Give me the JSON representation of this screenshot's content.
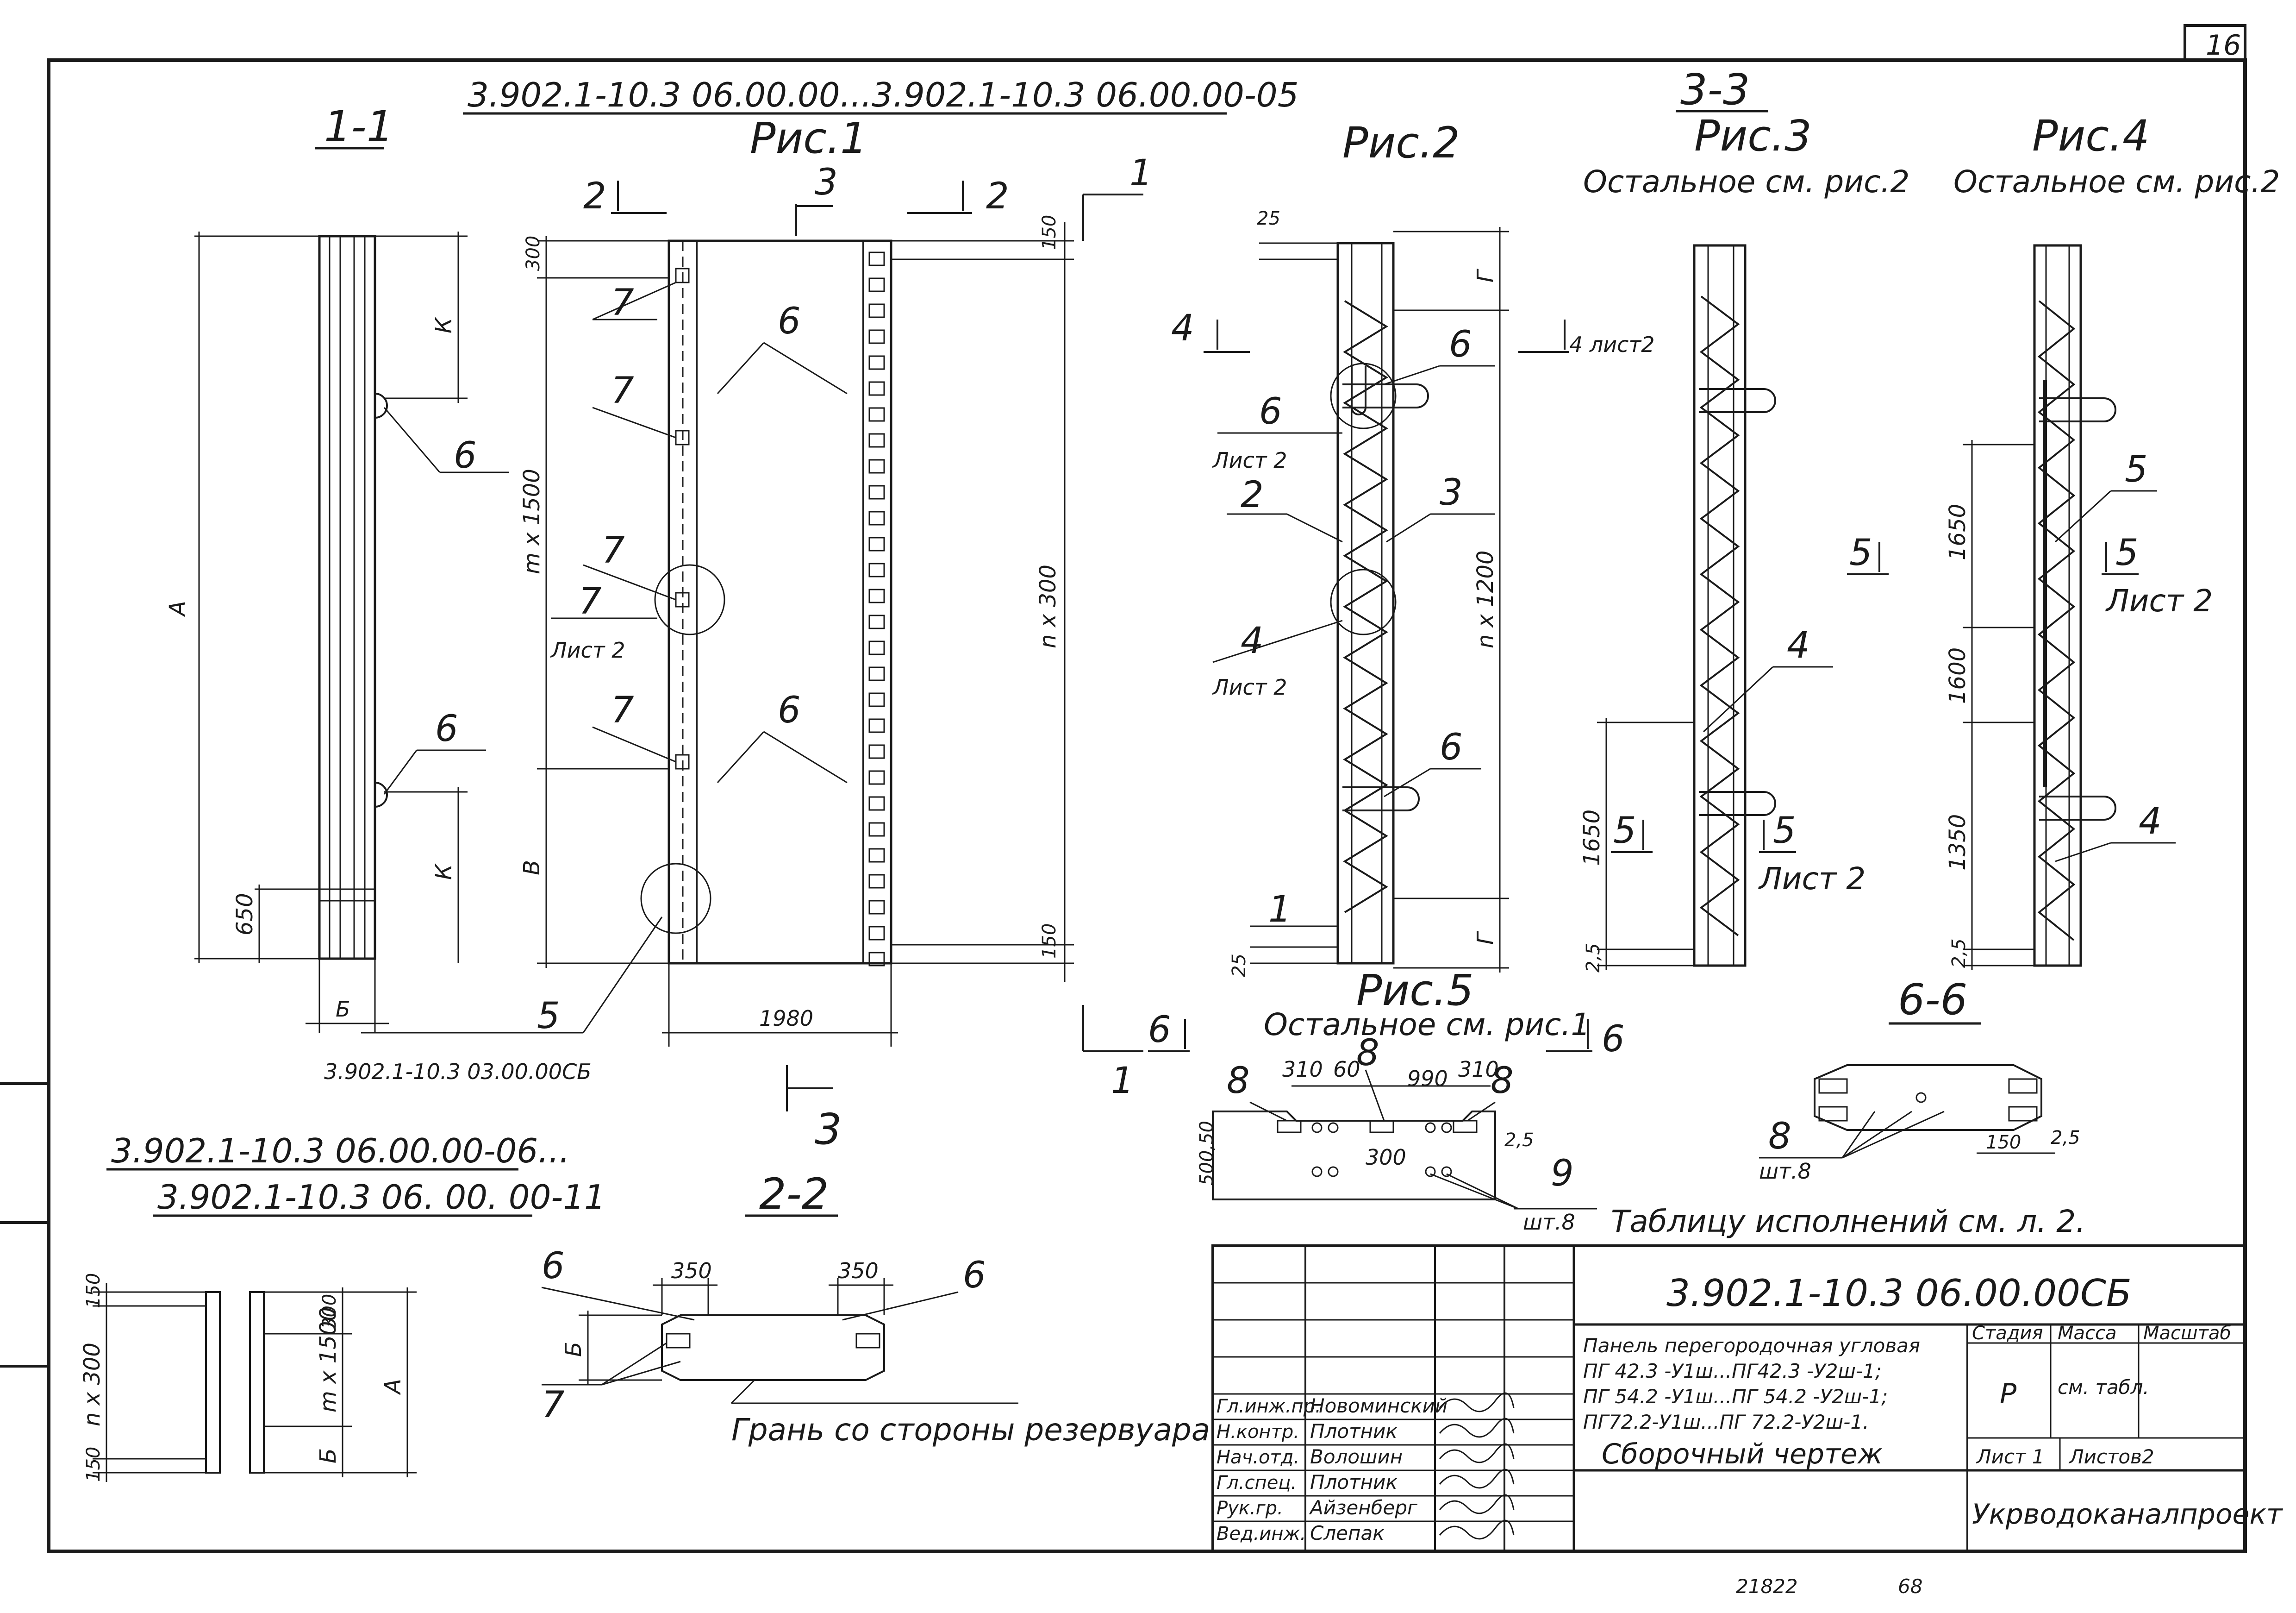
{
  "page": {
    "number": "16",
    "footer_left": "21822",
    "footer_right": "68"
  },
  "header": {
    "range_top": "3.902.1-10.3  06.00.00...3.902.1-10.3  06.00.00-05",
    "range_bottom_1": "3.902.1-10.3 06.00.00-06...",
    "range_bottom_2": "3.902.1-10.3 06. 00. 00-11"
  },
  "sections": {
    "s11": "1-1",
    "s22": "2-2",
    "s33": "3-3",
    "s66": "6-6",
    "cut1": "1",
    "cut2": "2",
    "cut3": "3",
    "cut4": "4",
    "cut5": "5",
    "cut6": "6"
  },
  "figures": {
    "fig1": "Рис.1",
    "fig2": "Рис.2",
    "fig3": "Рис.3",
    "fig3_note": "Остальное см. рис.2",
    "fig4": "Рис.4",
    "fig4_note": "Остальное см. рис.2",
    "fig5": "Рис.5",
    "fig5_note": "Остальное см. рис.1"
  },
  "callouts": {
    "n1": "1",
    "n2": "2",
    "n3": "3",
    "n4": "4",
    "n5": "5",
    "n6": "6",
    "n7": "7",
    "n8": "8",
    "n9": "9",
    "sheet2": "Лист 2",
    "qty8": "шт.8",
    "sheet2_cut4": "4 лист2"
  },
  "dims": {
    "A": "А",
    "B": "В",
    "b": "Б",
    "K": "К",
    "G": "Г",
    "d650": "650",
    "d300": "300",
    "d150": "150",
    "d25": "25",
    "m1500": "m x 1500",
    "n300": "n x 300",
    "n1200": "n x 1200",
    "d1980": "1980",
    "d1650": "1650",
    "d1600": "1600",
    "d1350": "1350",
    "d350": "350",
    "d310": "310",
    "d60": "60",
    "d990": "990",
    "d500": "500,50",
    "d25b": "2,5",
    "ref_cb": "3.902.1-10.3  03.00.00СБ"
  },
  "notes": {
    "edge": "Грань со стороны резервуара",
    "tables": "Таблицу исполнений  см. л. 2."
  },
  "title_block": {
    "code": "3.902.1-10.3   06.00.00СБ",
    "name_lines": [
      "Панель перегородочная угловая",
      "ПГ 42.3 -У1ш...ПГ42.3 -У2ш-1;",
      "ПГ 54.2 -У1ш...ПГ 54.2 -У2ш-1;",
      "ПГ72.2-У1ш...ПГ 72.2-У2ш-1."
    ],
    "doc_type": "Сборочный  чертеж",
    "stage_label": "Стадия",
    "mass_label": "Масса",
    "scale_label": "Масштаб",
    "stage_value": "Р",
    "mass_value": "см. табл.",
    "sheet_label": "Лист 1",
    "sheets_label": "Листов2",
    "org": "Укрводоканалпроект",
    "roles": [
      {
        "role": "Гл.инж.пр.",
        "name": "Новоминский"
      },
      {
        "role": "Н.контр.",
        "name": "Плотник"
      },
      {
        "role": "Нач.отд.",
        "name": "Волошин"
      },
      {
        "role": "Гл.спец.",
        "name": "Плотник"
      },
      {
        "role": "Рук.гр.",
        "name": "Айзенберг"
      },
      {
        "role": "Вед.инж.",
        "name": "Слепак"
      }
    ]
  }
}
